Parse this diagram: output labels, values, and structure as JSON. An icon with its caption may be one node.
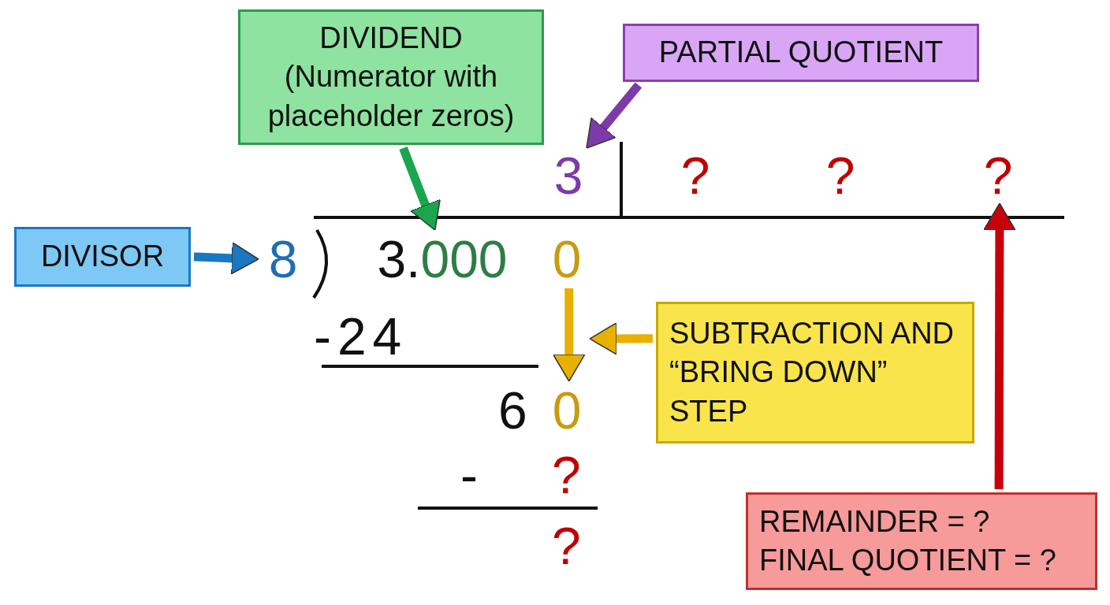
{
  "diagram": {
    "nodes": [
      {
        "text": [
          "DIVIDEND",
          "(Numerator with placeholder zeros)"
        ]
      },
      {
        "text": [
          "PARTIAL QUOTIENT"
        ]
      },
      {
        "text": [
          "3"
        ]
      },
      {
        "text": [
          "?"
        ]
      },
      {
        "text": [
          "?"
        ]
      },
      {
        "text": [
          "?"
        ]
      },
      {
        "text": [
          "DIVISOR"
        ]
      },
      {
        "text": [
          "8"
        ]
      },
      {
        "text": [
          "3.",
          "000"
        ]
      },
      {
        "text": [
          "0"
        ]
      },
      {
        "text": [
          "0"
        ]
      },
      {
        "text": [
          "SUBTRACTION AND “BRING DOWN” STEP"
        ]
      },
      {
        "text": [
          "REMAINDER = ?",
          "FINAL QUOTIENT = ?"
        ]
      }
    ],
    "edges": [
      {
        "from": 0,
        "to": 8,
        "arrow": "to",
        "color": "#1aa64e"
      },
      {
        "from": 1,
        "to": 2,
        "arrow": "to",
        "color": "#7d3aa8"
      },
      {
        "from": 6,
        "to": 7,
        "arrow": "to",
        "color": "#1a78c2"
      },
      {
        "from": 9,
        "to": 10,
        "arrow": "to",
        "color": "#e8b000"
      },
      {
        "from": 11,
        "to": null,
        "arrow": "to",
        "color": "#e8b000"
      },
      {
        "from": 12,
        "to": 5,
        "arrow": "to",
        "color": "#c8000a"
      }
    ],
    "labels": [
      "-24",
      "6",
      "-",
      "?",
      "?"
    ]
  }
}
